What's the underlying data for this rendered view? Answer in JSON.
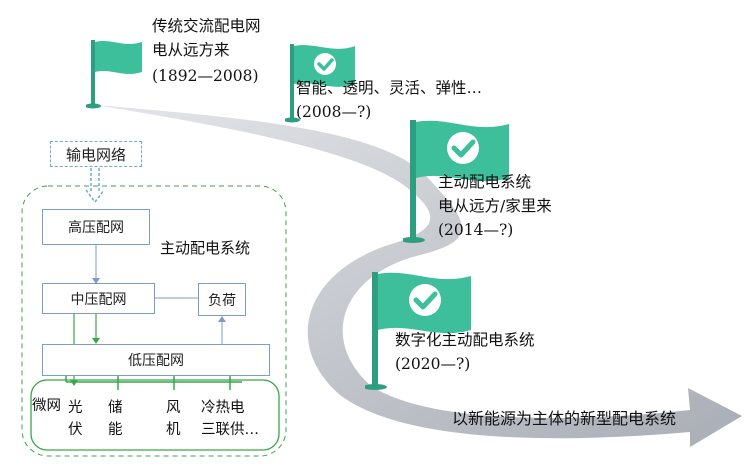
{
  "colors": {
    "flag": "#3cbf9a",
    "flag_dark": "#2e9e80",
    "arrow": "#b9bcc3",
    "box_border": "#7a9cc6",
    "green_line": "#3aa64a",
    "dashed_border": "#6aaed6"
  },
  "milestones": [
    {
      "line1": "传统交流配电网",
      "line2": "电从远方来",
      "line3": "(1892—2008)",
      "has_check": false
    },
    {
      "line1": "智能、透明、灵活、弹性…",
      "line2": "(2008—?)",
      "line3": "",
      "has_check": true
    },
    {
      "line1": "主动配电系统",
      "line2": "电从远方/家里来",
      "line3": "(2014—?)",
      "has_check": true
    },
    {
      "line1": "数字化主动配电系统",
      "line2": "(2020—?)",
      "line3": "",
      "has_check": true
    }
  ],
  "arrow_label": "以新能源为主体的新型配电系统",
  "system": {
    "transmission": "输电网络",
    "title": "主动配电系统",
    "hv": "高压配网",
    "mv": "中压配网",
    "load": "负荷",
    "lv": "低压配网",
    "microgrid": "微网",
    "pv_1": "光",
    "pv_2": "伏",
    "storage_1": "储",
    "storage_2": "能",
    "wind_1": "风",
    "wind_2": "机",
    "cchp_1": "冷热电",
    "cchp_2": "三联供…"
  }
}
